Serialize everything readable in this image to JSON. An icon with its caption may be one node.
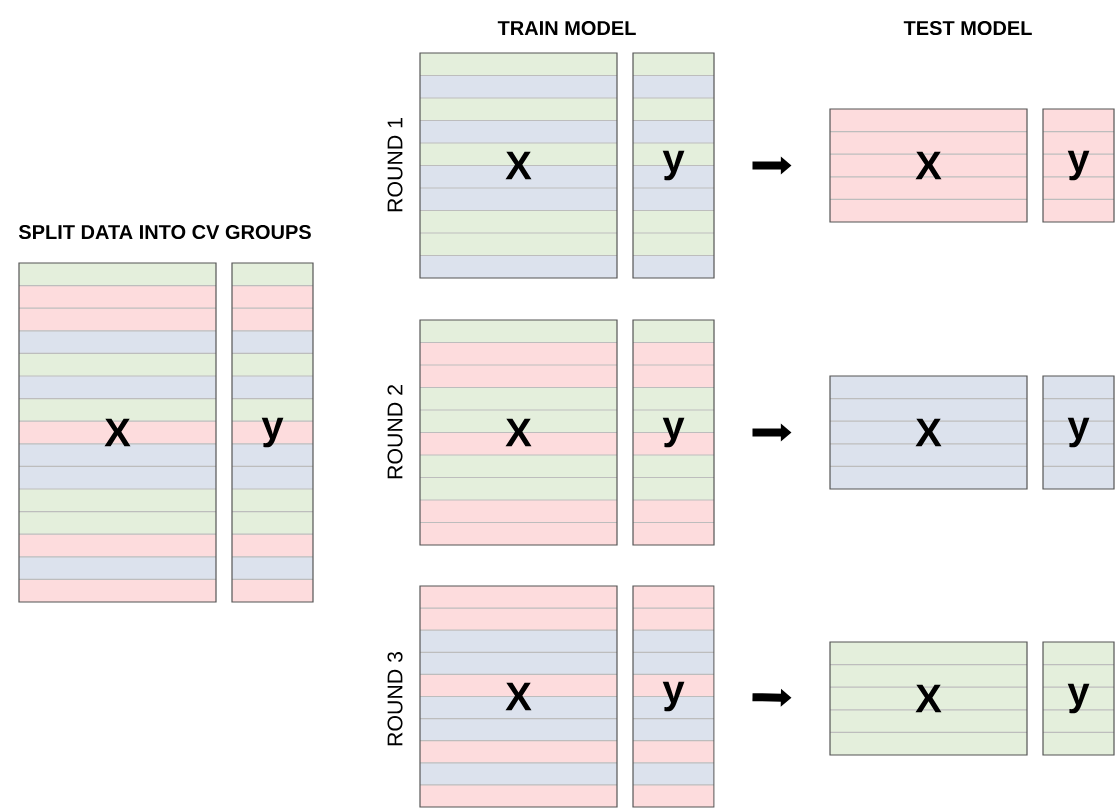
{
  "diagram": {
    "nodes": [
      {
        "text": [
          "X"
        ]
      },
      {
        "text": [
          "y"
        ]
      },
      {
        "text": [
          "X"
        ]
      },
      {
        "text": [
          "y"
        ]
      },
      {
        "text": [
          "X"
        ]
      },
      {
        "text": [
          "y"
        ]
      },
      {
        "text": [
          "X"
        ]
      },
      {
        "text": [
          "y"
        ]
      },
      {
        "text": [
          "X"
        ]
      },
      {
        "text": [
          "y"
        ]
      },
      {
        "text": [
          "X"
        ]
      },
      {
        "text": [
          "y"
        ]
      },
      {
        "text": [
          "X"
        ]
      },
      {
        "text": [
          "y"
        ]
      }
    ],
    "edges": [
      {
        "from": 3,
        "to": 4,
        "arrow": "to"
      },
      {
        "from": 7,
        "to": 8,
        "arrow": "to"
      },
      {
        "from": 11,
        "to": 12,
        "arrow": "to"
      }
    ],
    "labels": [
      "SPLIT DATA INTO CV GROUPS",
      "TRAIN MODEL",
      "TEST MODEL",
      "ROUND 1",
      "ROUND 2",
      "ROUND 3"
    ]
  }
}
